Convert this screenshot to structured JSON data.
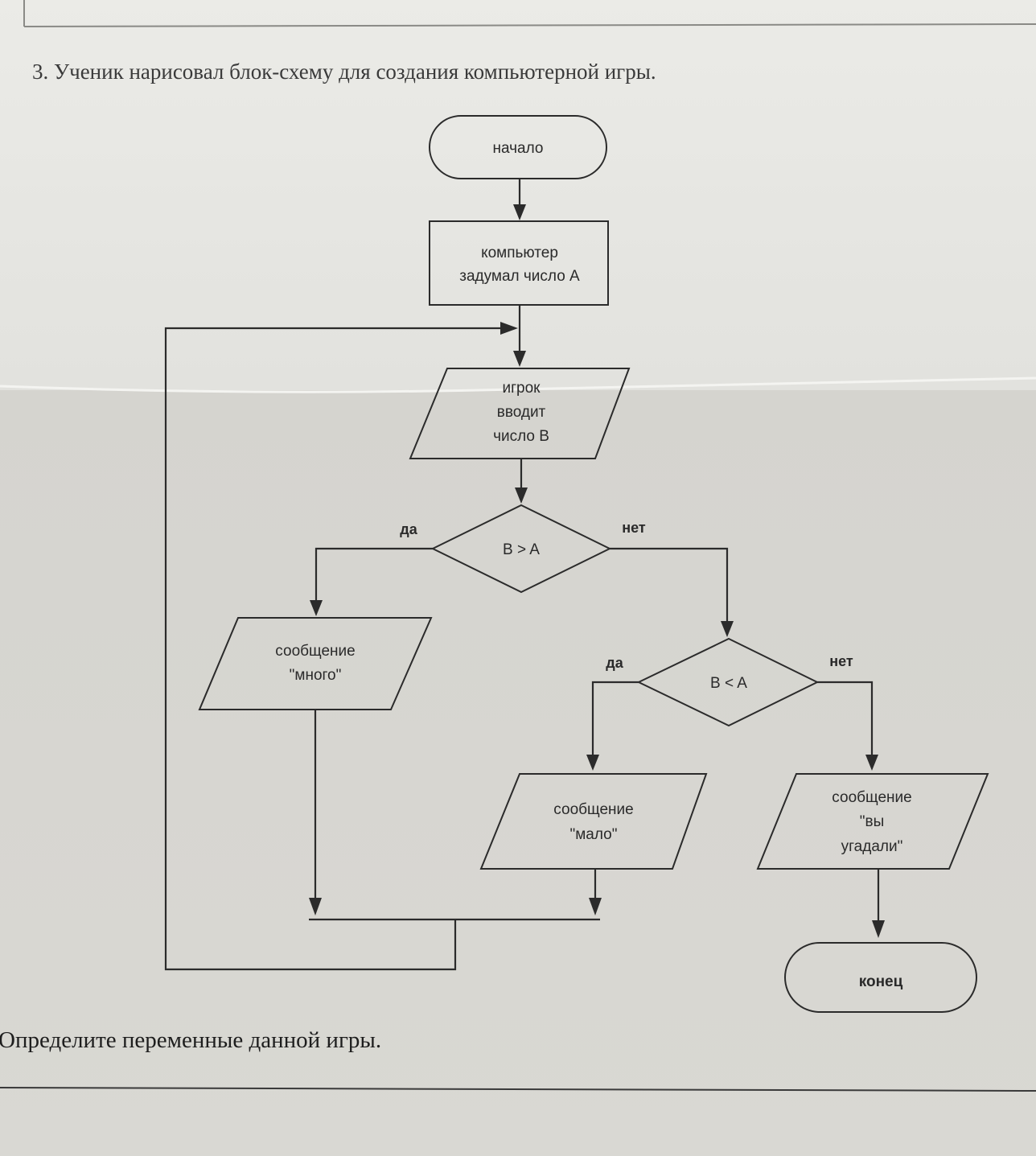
{
  "question": {
    "text": "3. Ученик нарисовал блок-схему для создания компьютерной игры."
  },
  "flowchart": {
    "start": "начало",
    "process": [
      "компьютер",
      "задумал число А"
    ],
    "input": [
      "игрок",
      "вводит",
      "число В"
    ],
    "decision1": {
      "condition": "B > A",
      "yes": "да",
      "no": "нет"
    },
    "output_many": [
      "сообщение",
      "\"много\""
    ],
    "decision2": {
      "condition": "B < A",
      "yes": "да",
      "no": "нет"
    },
    "output_few": [
      "сообщение",
      "\"мало\""
    ],
    "output_win": [
      "сообщение",
      "\"вы",
      "угадали\""
    ],
    "end": "конец"
  },
  "task": {
    "text": "Определите переменные данной игры."
  }
}
